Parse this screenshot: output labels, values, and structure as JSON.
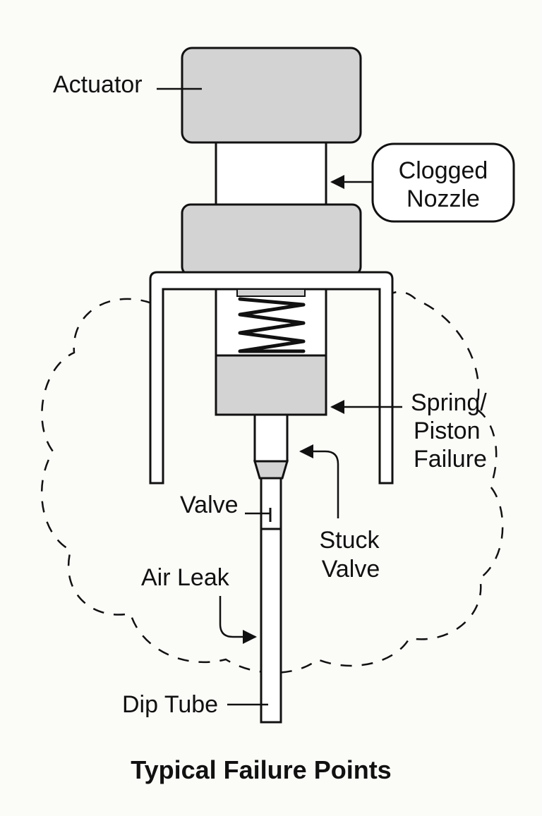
{
  "diagram": {
    "title": "Typical Failure Points",
    "labels": {
      "actuator": "Actuator",
      "clogged_nozzle_line1": "Clogged",
      "clogged_nozzle_line2": "Nozzle",
      "spring_piston_line1": "Spring/",
      "spring_piston_line2": "Piston",
      "spring_piston_line3": "Failure",
      "valve": "Valve",
      "stuck_valve_line1": "Stuck",
      "stuck_valve_line2": "Valve",
      "air_leak": "Air Leak",
      "dip_tube": "Dip Tube"
    },
    "colors": {
      "stroke": "#111111",
      "fill_grey": "#d3d3d3",
      "background": "#fbfbf8"
    }
  }
}
